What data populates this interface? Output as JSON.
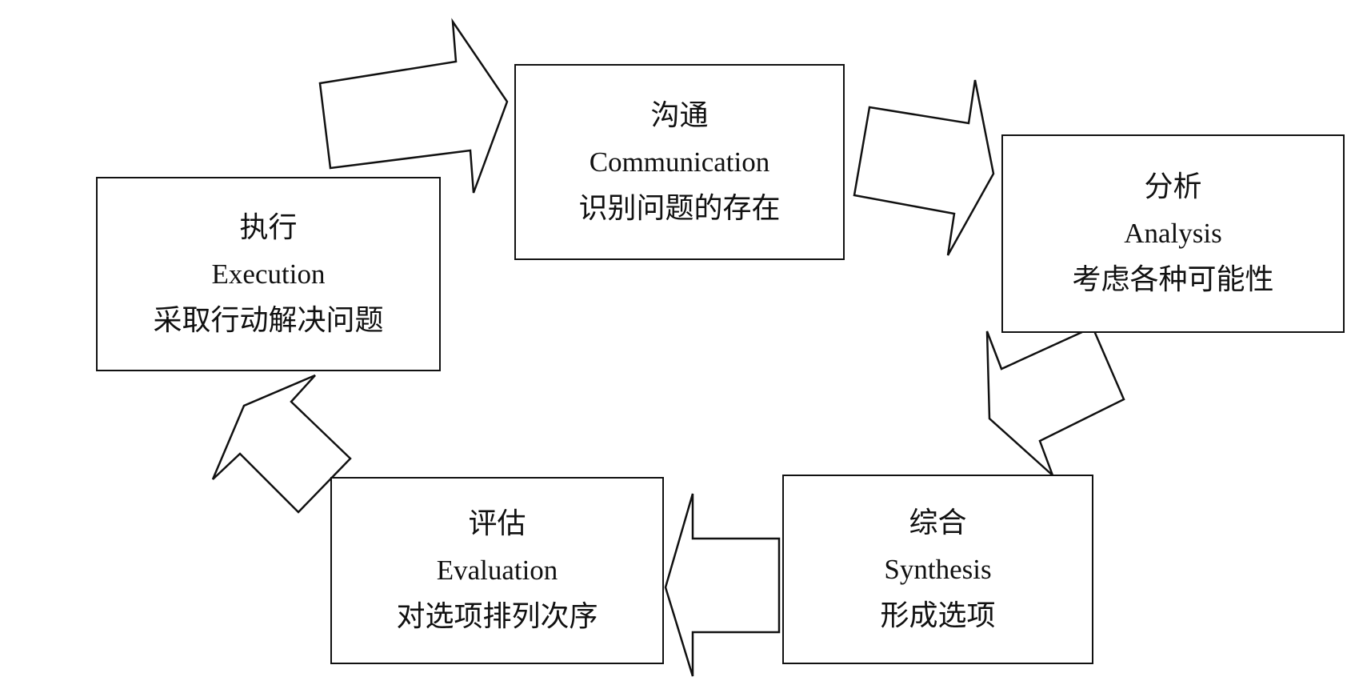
{
  "stages": {
    "communication": {
      "zh_title": "沟通",
      "en_title": "Communication",
      "zh_desc": "识别问题的存在"
    },
    "analysis": {
      "zh_title": "分析",
      "en_title": "Analysis",
      "zh_desc": "考虑各种可能性"
    },
    "synthesis": {
      "zh_title": "综合",
      "en_title": "Synthesis",
      "zh_desc": "形成选项"
    },
    "evaluation": {
      "zh_title": "评估",
      "en_title": "Evaluation",
      "zh_desc": "对选项排列次序"
    },
    "execution": {
      "zh_title": "执行",
      "en_title": "Execution",
      "zh_desc": "采取行动解决问题"
    }
  },
  "colors": {
    "stroke": "#111111",
    "fill": "#ffffff"
  }
}
